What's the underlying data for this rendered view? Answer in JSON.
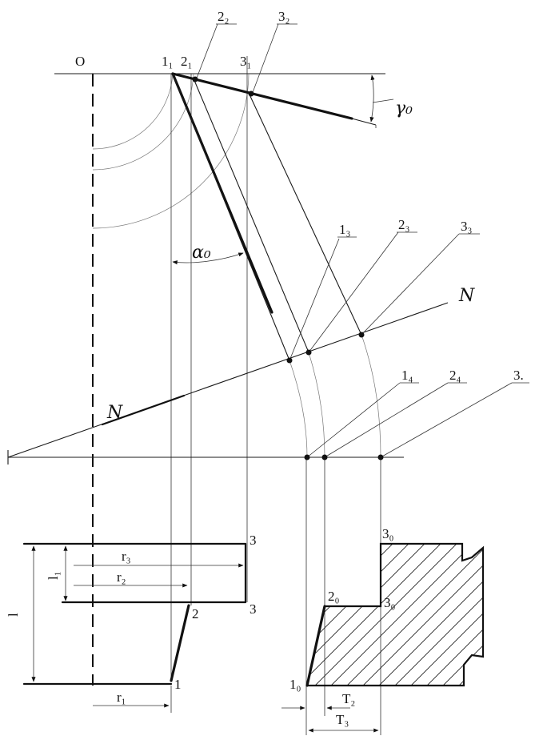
{
  "labels": {
    "origin": "O",
    "p1_1": "1₁",
    "p2_1": "2₁",
    "p3_1": "3₁",
    "p2_2": "2₂",
    "p3_2": "3₂",
    "p1_3": "1₃",
    "p2_3": "2₃",
    "p3_3": "3₃",
    "p1_4": "1₄",
    "p2_4": "2₄",
    "p3_4": "3.",
    "gamma": "γ₀",
    "alpha": "α₀",
    "n_top": "N",
    "n_bottom": "N",
    "r3": "r₃",
    "r2": "r₂",
    "r1": "r₁",
    "l1": "l₁",
    "l": "l",
    "pt1": "1",
    "pt2": "2",
    "pt3_top": "3",
    "pt3_mid": "3",
    "p1_0": "1₀",
    "p2_0": "2₀",
    "p3_0_top": "3₀",
    "p3_0_mid": "3₀",
    "t2": "T₂",
    "t3": "T₃"
  },
  "colors": {
    "ink": "#111111",
    "paper": "#ffffff"
  }
}
